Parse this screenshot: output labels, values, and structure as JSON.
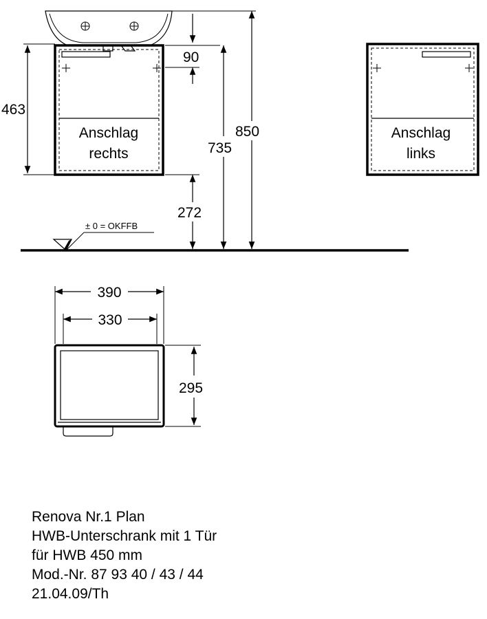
{
  "front_view_right_hinge": {
    "door_label_line1": "Anschlag",
    "door_label_line2": "rechts",
    "dim_cabinet_height": "463",
    "dim_top_offset": "90",
    "dim_total_height": "850",
    "dim_top_edge_height": "735",
    "dim_bottom_clearance": "272",
    "floor_reference": "± 0 = OKFFB"
  },
  "front_view_left_hinge": {
    "door_label_line1": "Anschlag",
    "door_label_line2": "links"
  },
  "top_view": {
    "dim_outer_width": "390",
    "dim_inner_width": "330",
    "dim_depth": "295"
  },
  "info": {
    "line1": "Renova Nr.1 Plan",
    "line2": "HWB-Unterschrank mit 1 Tür",
    "line3": "für HWB 450 mm",
    "line4": "Mod.-Nr. 87 93 40 / 43 / 44",
    "line5": "21.04.09/Th"
  }
}
